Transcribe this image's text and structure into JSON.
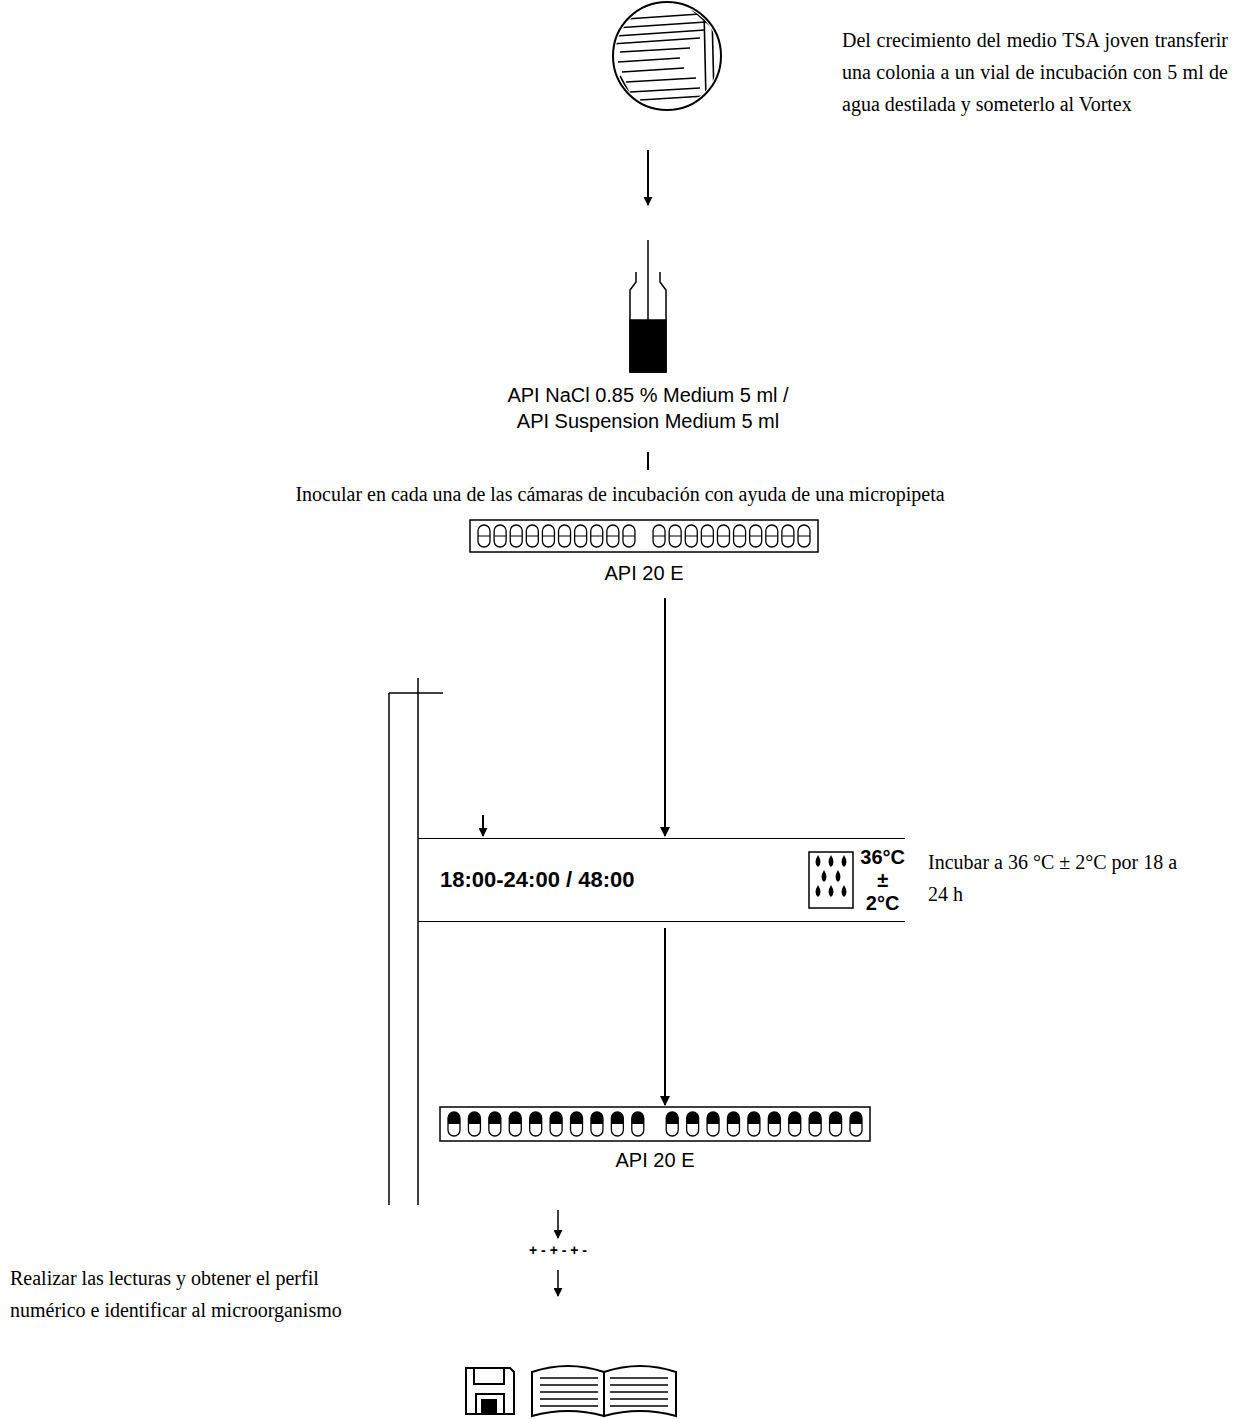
{
  "diagram": {
    "nodes": [
      {
        "text": [
          "API 20 E"
        ]
      },
      {
        "text": [
          "18:00-24:00 / 48:00",
          "36°C ± 2°C"
        ]
      },
      {
        "text": [
          "API 20 E"
        ]
      }
    ],
    "edges": [
      {
        "from": 0,
        "to": 1,
        "arrow": "to"
      },
      {
        "from": 1,
        "to": 2,
        "arrow": "to"
      }
    ],
    "labels": [
      "Del crecimiento del medio TSA joven transferir una colonia a un vial de incubación con 5 ml de agua destilada y someterlo al Vortex",
      "API NaCl 0.85 % Medium 5 ml / API Suspension Medium 5 ml",
      "Inocular en cada una de las cámaras de incubación con ayuda de una micropipeta",
      "Incubar a 36 °C ± 2°C por 18 a 24 h",
      "+ - + - + -",
      "Realizar las lecturas y obtener el perfil numérico e identificar al microorganismo"
    ]
  }
}
